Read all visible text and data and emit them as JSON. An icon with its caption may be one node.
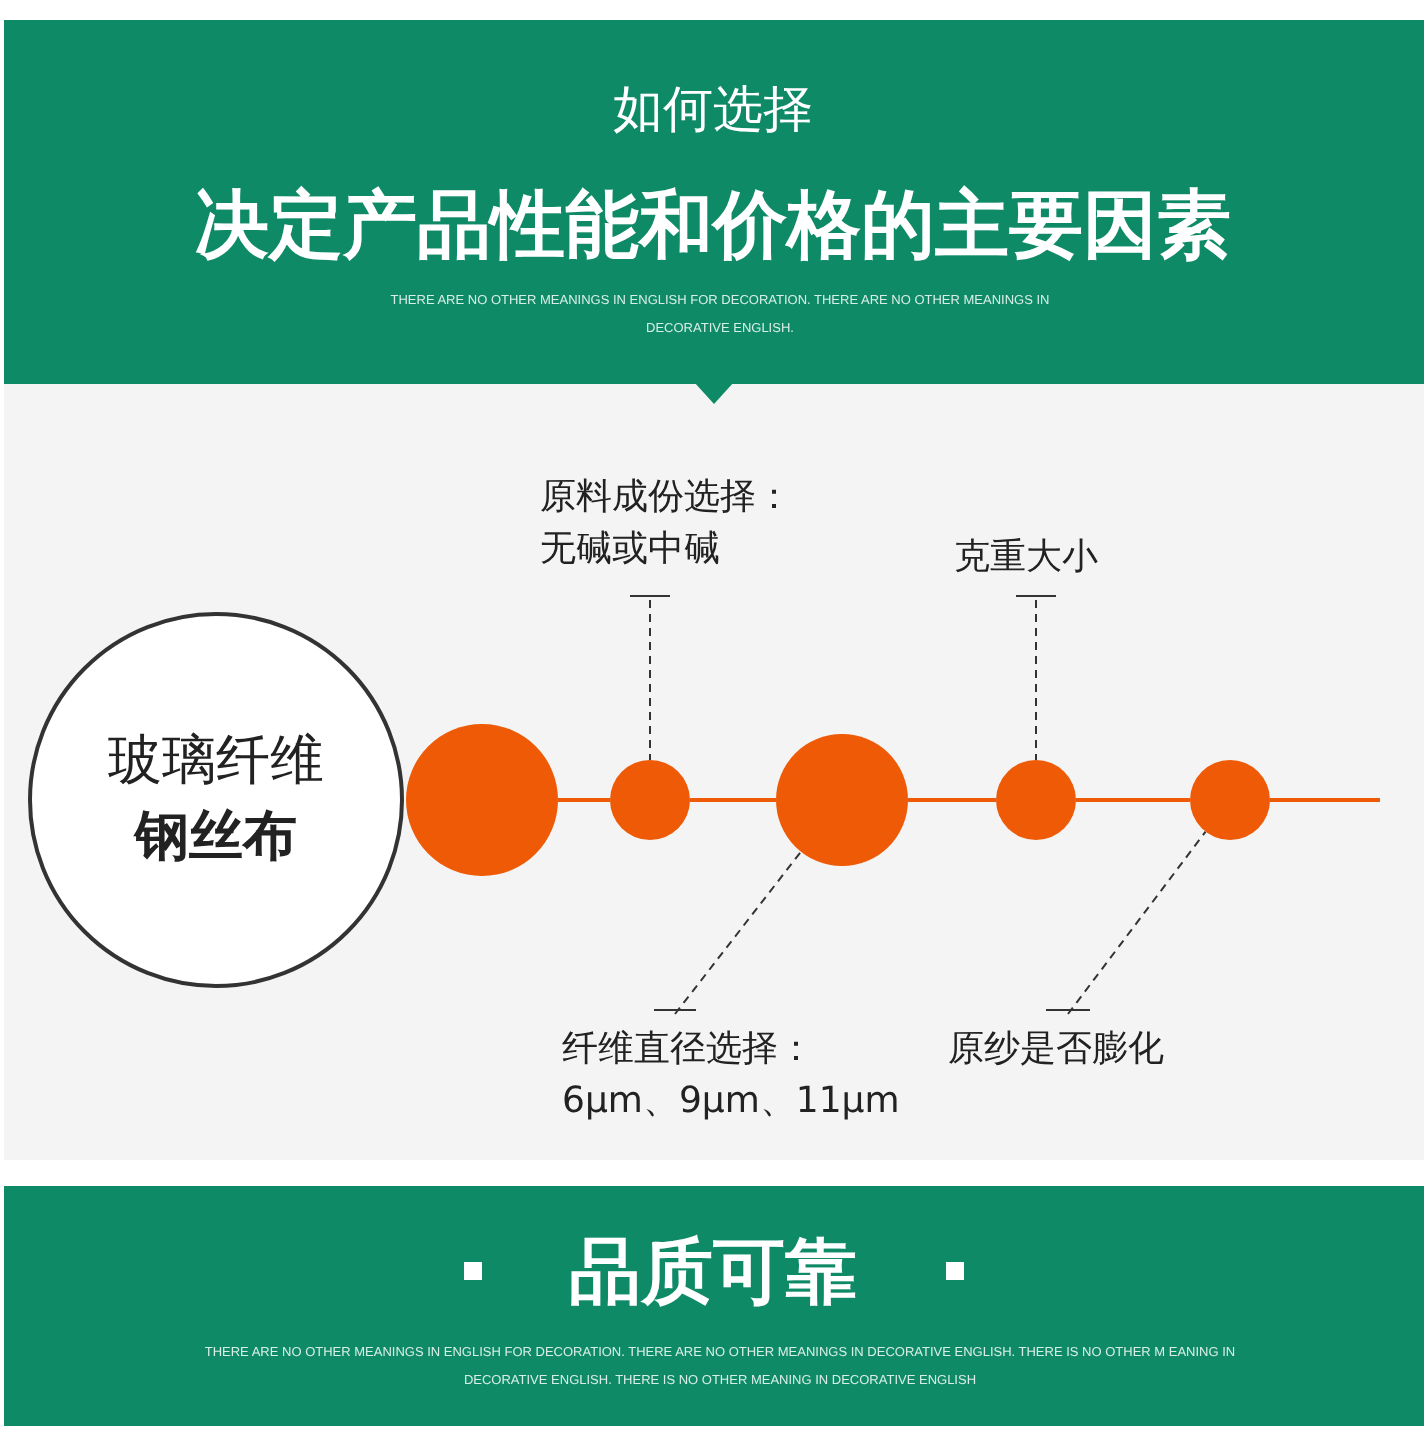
{
  "diagram": {
    "title": "决定产品性能和价格的主要因素",
    "nodes": [
      {
        "text": [
          "玻璃纤维",
          "钢丝布"
        ]
      },
      {
        "text": [
          "原料成份选择：",
          "无碱或中碱"
        ]
      },
      {
        "text": [
          "克重大小"
        ]
      },
      {
        "text": [],
        "shape": "circle"
      },
      {
        "text": [],
        "shape": "circle"
      },
      {
        "text": [],
        "shape": "circle"
      },
      {
        "text": [],
        "shape": "circle"
      },
      {
        "text": [],
        "shape": "circle"
      },
      {
        "text": [
          "纤维直径选择：",
          "6μm、9μm、11μm"
        ]
      },
      {
        "text": [
          "原纱是否膨化"
        ]
      }
    ],
    "edges": [
      {
        "from": 3,
        "to": 4,
        "arrow": "none"
      },
      {
        "from": 4,
        "to": 5,
        "arrow": "none"
      },
      {
        "from": 5,
        "to": 6,
        "arrow": "none"
      },
      {
        "from": 6,
        "to": 7,
        "arrow": "none"
      },
      {
        "from": 7,
        "to": null,
        "arrow": "none"
      },
      {
        "from": 1,
        "to": 4,
        "arrow": "none",
        "style": "dashed",
        "color": "#333333"
      },
      {
        "from": 2,
        "to": 6,
        "arrow": "none",
        "style": "dashed",
        "color": "#333333"
      },
      {
        "from": 8,
        "to": 5,
        "arrow": "none",
        "style": "dashed",
        "color": "#333333"
      },
      {
        "from": 9,
        "to": 7,
        "arrow": "none",
        "style": "dashed",
        "color": "#333333"
      }
    ],
    "labels": [
      "如何选择",
      "THERE ARE NO OTHER MEANINGS IN ENGLISH FOR DECORATION. THERE ARE NO OTHER MEANINGS IN DECORATIVE ENGLISH.",
      "品质可靠",
      "THERE ARE NO OTHER MEANINGS IN ENGLISH FOR DECORATION. THERE ARE NO OTHER MEANINGS IN DECORATIVE ENGLISH. THERE IS NO OTHER M EANING IN DECORATIVE ENGLISH. THERE IS NO OTHER MEANING IN DECORATIVE ENGLISH"
    ]
  }
}
